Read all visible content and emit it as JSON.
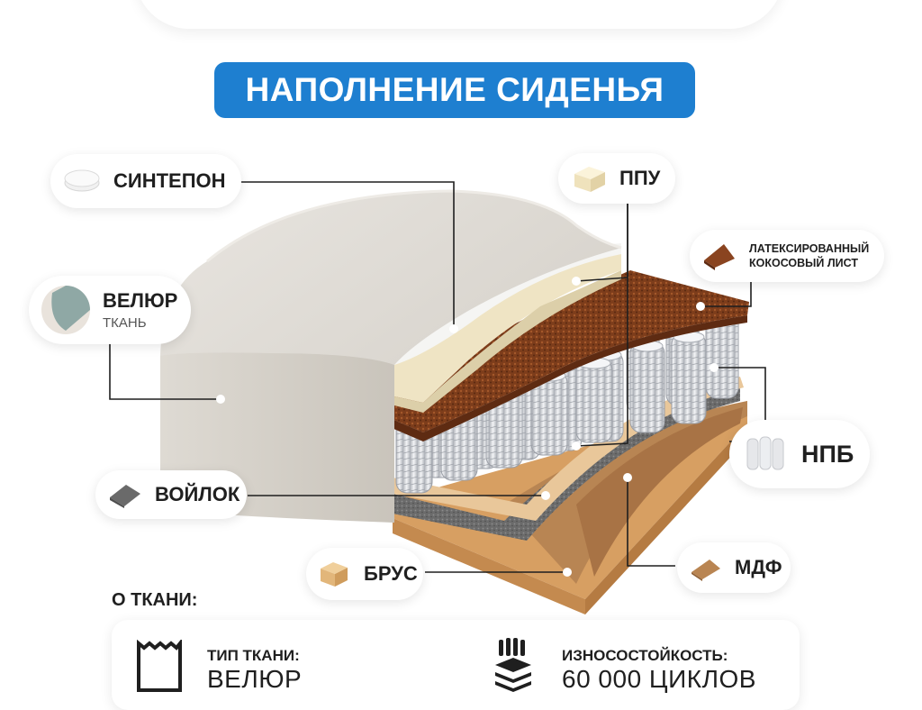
{
  "top_card_text": ".",
  "title": "НАПОЛНЕНИЕ СИДЕНЬЯ",
  "labels": {
    "sintepon": "СИНТЕПОН",
    "ppu": "ППУ",
    "coconut_line1": "ЛАТЕКСИРОВАННЫЙ",
    "coconut_line2": "КОКОСОВЫЙ ЛИСТ",
    "velour": "ВЕЛЮР",
    "velour_sub": "ТКАНЬ",
    "npb": "НПБ",
    "voilok": "ВОЙЛОК",
    "brus": "БРУС",
    "mdf": "МДФ"
  },
  "fabric": {
    "heading": "О ТКАНИ:",
    "type_label": "ТИП ТКАНИ:",
    "type_value": "ВЕЛЮР",
    "wear_label": "ИЗНОСОСТОЙКОСТЬ:",
    "wear_value": "60 000 ЦИКЛОВ"
  },
  "colors": {
    "accent": "#1e7fd0",
    "upholstery": "#d6d2cb",
    "coconut": "#7a3a1a",
    "foam": "#f0e6c8",
    "wood": "#d9a468",
    "mdf": "#b98552",
    "felt": "#6a6a6a"
  }
}
